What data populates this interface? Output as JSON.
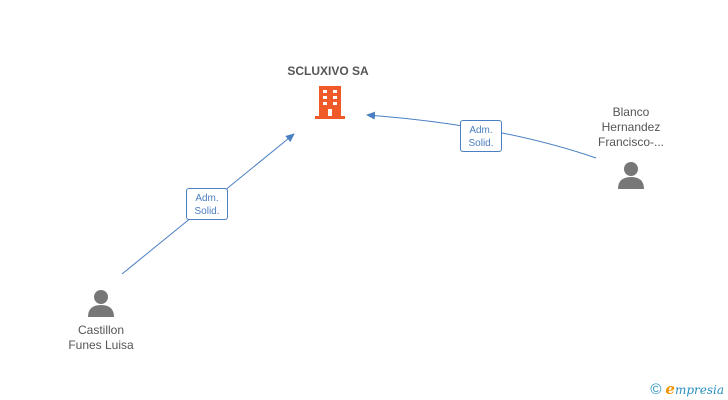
{
  "company": {
    "name": "SCLUXIVO SA",
    "icon": "building-icon",
    "color": "#f05a28"
  },
  "people": [
    {
      "id": "blanco",
      "name_lines": [
        "Blanco",
        "Hernandez",
        "Francisco-..."
      ],
      "icon": "person-icon"
    },
    {
      "id": "castillon",
      "name_lines": [
        "Castillon",
        "Funes Luisa"
      ],
      "icon": "person-icon"
    }
  ],
  "edges": [
    {
      "from": "castillon",
      "to": "company",
      "label_lines": [
        "Adm.",
        "Solid."
      ]
    },
    {
      "from": "blanco",
      "to": "company",
      "label_lines": [
        "Adm.",
        "Solid."
      ]
    }
  ],
  "colors": {
    "edge": "#4a7fc1",
    "person": "#777777",
    "label": "#555555"
  },
  "footer": {
    "copyright_symbol": "©",
    "brand_initial": "e",
    "brand_rest": "mpresia"
  }
}
